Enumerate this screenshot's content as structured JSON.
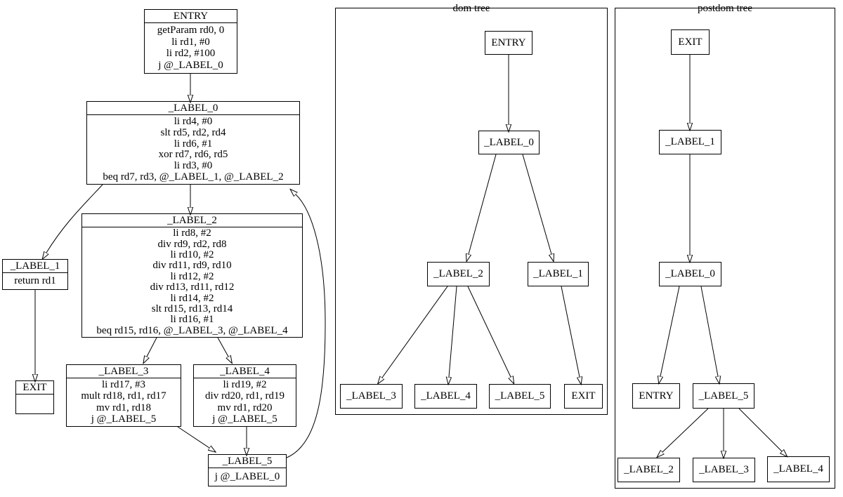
{
  "panels": {
    "cfg": {
      "nodes": [
        {
          "id": "ENTRY",
          "label": "ENTRY",
          "instructions": [
            "getParam rd0, 0",
            "li rd1, #0",
            "li rd2, #100",
            "j @_LABEL_0"
          ]
        },
        {
          "id": "_LABEL_0",
          "label": "_LABEL_0",
          "instructions": [
            "li rd4, #0",
            "slt rd5, rd2, rd4",
            "li rd6, #1",
            "xor rd7, rd6, rd5",
            "li rd3, #0",
            "beq rd7, rd3, @_LABEL_1, @_LABEL_2"
          ]
        },
        {
          "id": "_LABEL_2",
          "label": "_LABEL_2",
          "instructions": [
            "li rd8, #2",
            "div rd9, rd2, rd8",
            "li rd10, #2",
            "div rd11, rd9, rd10",
            "li rd12, #2",
            "div rd13, rd11, rd12",
            "li rd14, #2",
            "slt rd15, rd13, rd14",
            "li rd16, #1",
            "beq rd15, rd16, @_LABEL_3, @_LABEL_4"
          ]
        },
        {
          "id": "_LABEL_1",
          "label": "_LABEL_1",
          "instructions": [
            "return rd1"
          ]
        },
        {
          "id": "EXIT",
          "label": "EXIT",
          "instructions": []
        },
        {
          "id": "_LABEL_3",
          "label": "_LABEL_3",
          "instructions": [
            "li rd17, #3",
            "mult rd18, rd1, rd17",
            "mv rd1, rd18",
            "j @_LABEL_5"
          ]
        },
        {
          "id": "_LABEL_4",
          "label": "_LABEL_4",
          "instructions": [
            "li rd19, #2",
            "div rd20, rd1, rd19",
            "mv rd1, rd20",
            "j @_LABEL_5"
          ]
        },
        {
          "id": "_LABEL_5",
          "label": "_LABEL_5",
          "instructions": [
            "j @_LABEL_0"
          ]
        }
      ],
      "edges": [
        {
          "from": "ENTRY",
          "to": "_LABEL_0"
        },
        {
          "from": "_LABEL_0",
          "to": "_LABEL_1"
        },
        {
          "from": "_LABEL_0",
          "to": "_LABEL_2"
        },
        {
          "from": "_LABEL_2",
          "to": "_LABEL_3"
        },
        {
          "from": "_LABEL_2",
          "to": "_LABEL_4"
        },
        {
          "from": "_LABEL_3",
          "to": "_LABEL_5"
        },
        {
          "from": "_LABEL_4",
          "to": "_LABEL_5"
        },
        {
          "from": "_LABEL_5",
          "to": "_LABEL_0"
        },
        {
          "from": "_LABEL_1",
          "to": "EXIT"
        }
      ]
    },
    "dom_tree": {
      "title": "dom tree",
      "nodes": [
        {
          "label": "ENTRY"
        },
        {
          "label": "_LABEL_0"
        },
        {
          "label": "_LABEL_2"
        },
        {
          "label": "_LABEL_1"
        },
        {
          "label": "_LABEL_3"
        },
        {
          "label": "_LABEL_4"
        },
        {
          "label": "_LABEL_5"
        },
        {
          "label": "EXIT"
        }
      ],
      "edges": [
        {
          "from": "ENTRY",
          "to": "_LABEL_0"
        },
        {
          "from": "_LABEL_0",
          "to": "_LABEL_2"
        },
        {
          "from": "_LABEL_0",
          "to": "_LABEL_1"
        },
        {
          "from": "_LABEL_2",
          "to": "_LABEL_3"
        },
        {
          "from": "_LABEL_2",
          "to": "_LABEL_4"
        },
        {
          "from": "_LABEL_2",
          "to": "_LABEL_5"
        },
        {
          "from": "_LABEL_1",
          "to": "EXIT"
        }
      ]
    },
    "postdom_tree": {
      "title": "postdom tree",
      "nodes": [
        {
          "label": "EXIT"
        },
        {
          "label": "_LABEL_1"
        },
        {
          "label": "_LABEL_0"
        },
        {
          "label": "ENTRY"
        },
        {
          "label": "_LABEL_5"
        },
        {
          "label": "_LABEL_2"
        },
        {
          "label": "_LABEL_3"
        },
        {
          "label": "_LABEL_4"
        }
      ],
      "edges": [
        {
          "from": "EXIT",
          "to": "_LABEL_1"
        },
        {
          "from": "_LABEL_1",
          "to": "_LABEL_0"
        },
        {
          "from": "_LABEL_0",
          "to": "ENTRY"
        },
        {
          "from": "_LABEL_0",
          "to": "_LABEL_5"
        },
        {
          "from": "_LABEL_5",
          "to": "_LABEL_2"
        },
        {
          "from": "_LABEL_5",
          "to": "_LABEL_3"
        },
        {
          "from": "_LABEL_5",
          "to": "_LABEL_4"
        }
      ]
    }
  },
  "colors": {
    "stroke": "#000000",
    "background": "#ffffff"
  }
}
